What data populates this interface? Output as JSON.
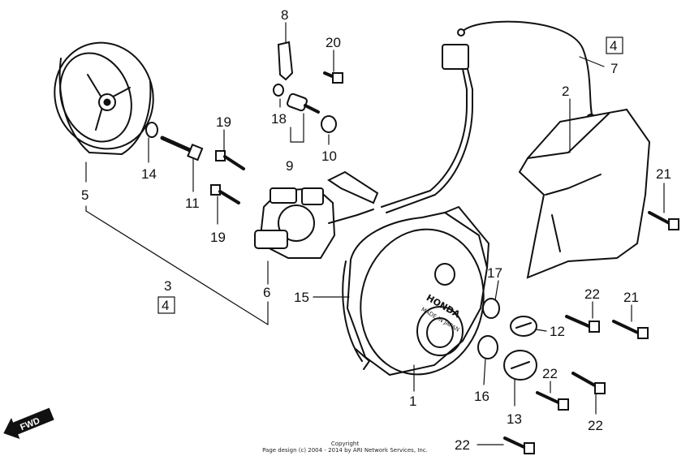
{
  "callouts": {
    "c1": "1",
    "c2": "2",
    "c3": "3",
    "c3box": "4",
    "c4box": "4",
    "c5": "5",
    "c6": "6",
    "c7": "7",
    "c8": "8",
    "c9": "9",
    "c10": "10",
    "c11": "11",
    "c12": "12",
    "c13": "13",
    "c14": "14",
    "c15": "15",
    "c16": "16",
    "c17": "17",
    "c18": "18",
    "c19a": "19",
    "c19b": "19",
    "c20": "20",
    "c21a": "21",
    "c21b": "21",
    "c22a": "22",
    "c22b": "22",
    "c22c": "22",
    "c22d": "22"
  },
  "fwd_label": "FWD",
  "cover_brand": "HONDA",
  "cover_made": "MADE IN JAPAN",
  "copyright": {
    "line1": "Copyright",
    "line2": "Page design (c) 2004 - 2014 by ARI Network Services, Inc."
  }
}
